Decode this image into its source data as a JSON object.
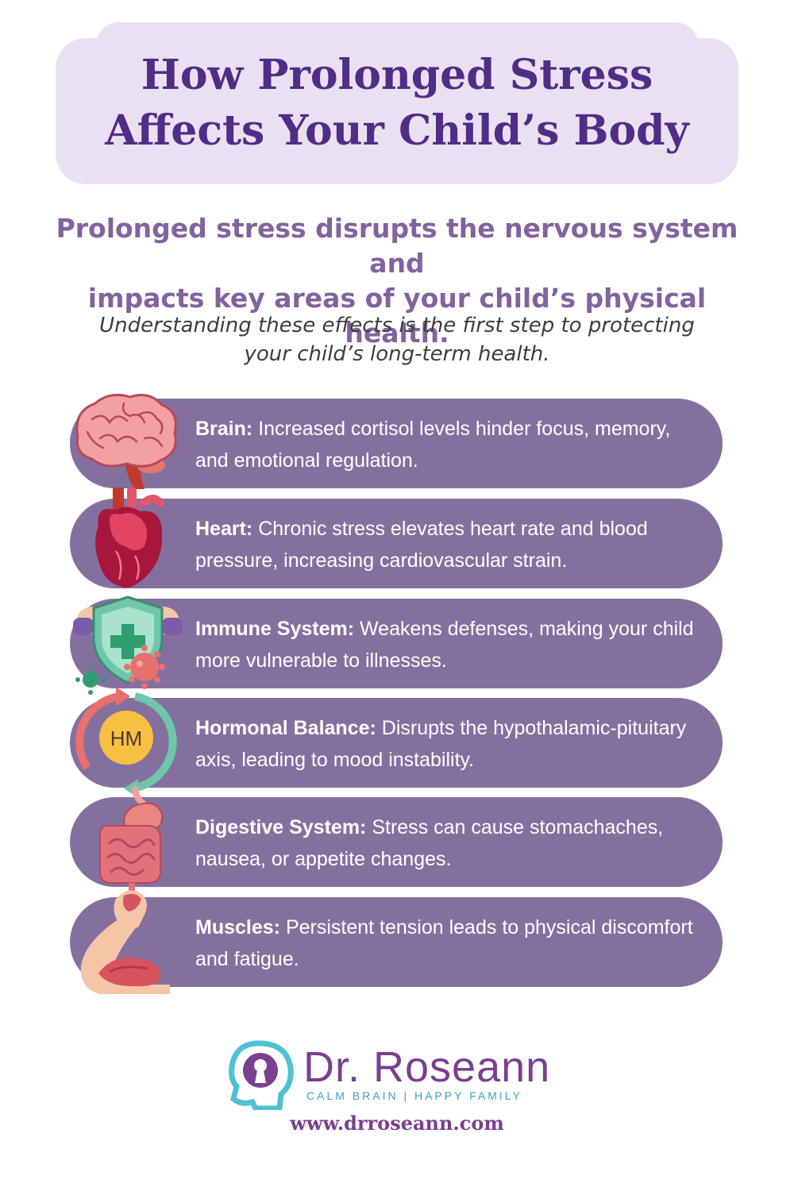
{
  "header": {
    "title_line1": "How Prolonged Stress",
    "title_line2": "Affects Your Child’s Body"
  },
  "subtitle": {
    "line1": "Prolonged stress disrupts the nervous system and",
    "line2": "impacts key areas of your child’s physical health."
  },
  "intro": {
    "line1": "Understanding these effects is the first step to protecting",
    "line2": "your child’s long-term health."
  },
  "effects": [
    {
      "label": "Brain:",
      "text": "Increased cortisol levels hinder focus, memory, and emotional regulation.",
      "icon": "brain-icon"
    },
    {
      "label": "Heart:",
      "text": "Chronic stress elevates heart rate and blood pressure, increasing cardiovascular strain.",
      "icon": "heart-icon"
    },
    {
      "label": "Immune System:",
      "text": "Weakens defenses, making your child more vulnerable to illnesses.",
      "icon": "immune-shield-icon"
    },
    {
      "label": "Hormonal Balance:",
      "text": "Disrupts the hypothalamic-pituitary axis, leading to mood instability.",
      "icon": "hormone-cycle-icon",
      "icon_text": "HM"
    },
    {
      "label": "Digestive System:",
      "text": "Stress can cause stomachaches, nausea, or appetite changes.",
      "icon": "digestive-system-icon"
    },
    {
      "label": "Muscles:",
      "text": "Persistent tension leads to physical discomfort and fatigue.",
      "icon": "muscle-arm-icon"
    }
  ],
  "brand": {
    "name": "Dr. Roseann",
    "tagline": "CALM BRAIN | HAPPY FAMILY",
    "website": "www.drroseann.com"
  },
  "colors": {
    "title": "#502d86",
    "title_box": "#e9e1f1",
    "subtitle": "#83629f",
    "card": "#84709f",
    "brand_purple": "#7b3f8f",
    "brand_teal": "#3aa4b8"
  }
}
